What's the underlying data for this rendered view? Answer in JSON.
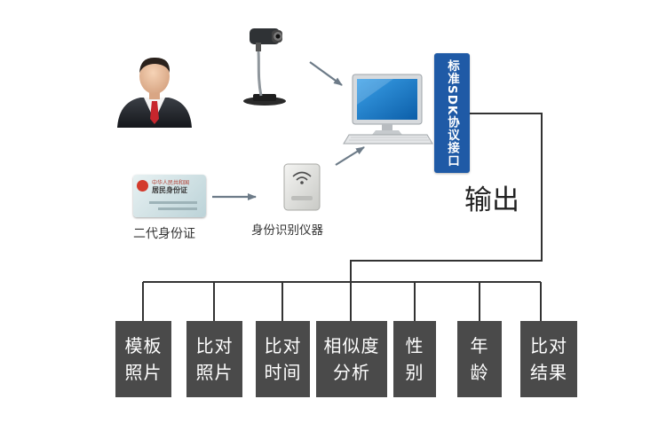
{
  "sdk_banner": {
    "label": "标准SDK协议接口"
  },
  "output_label": "输出",
  "id_card": {
    "caption": "二代身份证",
    "header_text": "中华人民共和国",
    "title_text": "居民身份证"
  },
  "reader_caption": "身份识别仪器",
  "results": [
    {
      "line1": "模板",
      "line2": "照片"
    },
    {
      "line1": "比对",
      "line2": "照片"
    },
    {
      "line1": "比对",
      "line2": "时间"
    },
    {
      "line1": "相似度",
      "line2": "分析"
    },
    {
      "line1": "性",
      "line2": "别"
    },
    {
      "line1": "年",
      "line2": "龄"
    },
    {
      "line1": "比对",
      "line2": "结果"
    }
  ],
  "colors": {
    "banner": "#1f5aa6",
    "result_box": "#4a4a4a",
    "line": "#333333",
    "arrow": "#6d7b88"
  },
  "icons": [
    "person-icon",
    "webcam-icon",
    "computer-icon",
    "id-card-icon",
    "id-reader-icon"
  ]
}
